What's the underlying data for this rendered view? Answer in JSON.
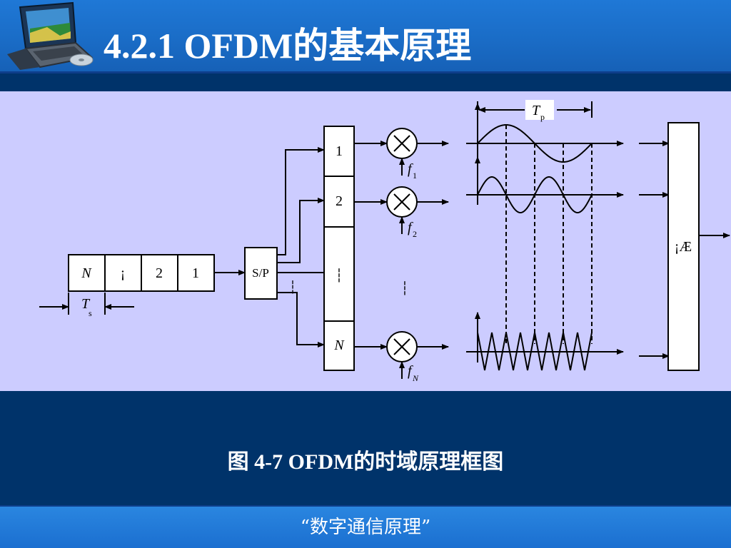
{
  "slide": {
    "title": "4.2.1 OFDM的基本原理",
    "caption": "图 4-7 OFDM的时域原理框图",
    "footer": "“数字通信原理”"
  },
  "diagram": {
    "input_cells": [
      "N",
      "¡­",
      "2",
      "1"
    ],
    "ts_label": "T",
    "ts_sub": "s",
    "sp_label": "S/P",
    "sp_dots": "┆",
    "branch_labels": [
      "1",
      "2",
      "┆",
      "N"
    ],
    "carrier_labels": [
      {
        "base": "f",
        "sub": "1"
      },
      {
        "base": "f",
        "sub": "2"
      },
      {
        "base": "f",
        "sub": "N"
      }
    ],
    "mid_dots": "┆",
    "tp_label": "T",
    "tp_sub": "p",
    "sum_label": "¡Æ",
    "colors": {
      "line": "#000000",
      "box_fill": "#ffffff",
      "panel": "#ccccff"
    }
  }
}
